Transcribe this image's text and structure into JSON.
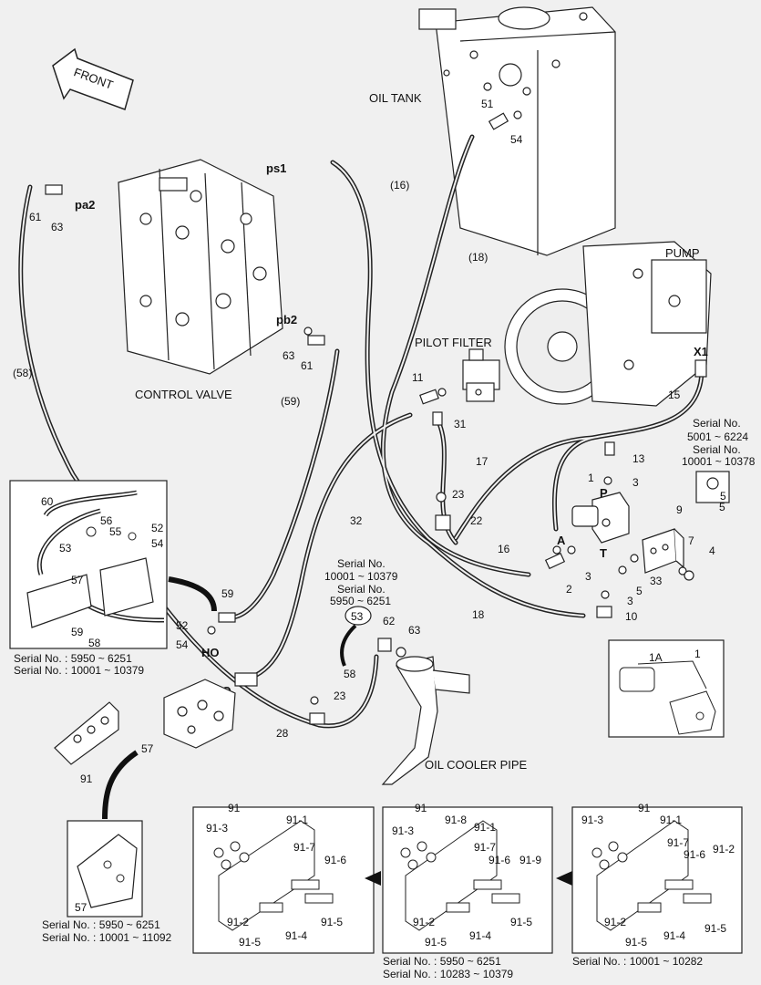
{
  "labels": {
    "front": "FRONT",
    "oil_tank": "OIL TANK",
    "pump": "PUMP",
    "control_valve": "CONTROL VALVE",
    "pilot_filter": "PILOT FILTER",
    "oil_cooler_pipe": "OIL COOLER PIPE",
    "ps1": "ps1",
    "pa2": "pa2",
    "pb2": "pb2",
    "x1": "X1",
    "port_p": "P",
    "port_t": "T",
    "port_a": "A",
    "ho_inset": "HO",
    "ho_main": "HO",
    "po": "PO"
  },
  "parts": {
    "p51": "51",
    "p54a": "54",
    "p16": "(16)",
    "p18": "(18)",
    "p61a": "61",
    "p63a": "63",
    "p58a": "(58)",
    "p63b": "63",
    "p61b": "61",
    "p59a": "(59)",
    "p11": "11",
    "p31": "31",
    "p17": "17",
    "p15": "15",
    "p13": "13",
    "p3a": "3",
    "p1": "1",
    "p23a": "23",
    "p22": "22",
    "p16b": "16",
    "p3b": "3",
    "p2": "2",
    "p32": "32",
    "p18b": "18",
    "p5a": "5",
    "p3c": "3",
    "p10": "10",
    "p33": "33",
    "p9": "9",
    "p7": "7",
    "p4": "4",
    "p5b": "5",
    "p60": "60",
    "p56": "56",
    "p55": "55",
    "p52a": "52",
    "p54b": "54",
    "p53a": "53",
    "p57a": "57",
    "p59b": "59",
    "p58b": "58",
    "p59c": "59",
    "p52b": "52",
    "p54c": "54",
    "p53b": "53",
    "p62": "62",
    "p63c": "63",
    "p58c": "58",
    "p23b": "23",
    "p28": "28",
    "p57b": "57",
    "p91a": "91",
    "p57c": "57",
    "p1A": "1A",
    "p1b": "1"
  },
  "serials": {
    "top_right": [
      "Serial No.",
      "5001 ~ 6224",
      "Serial No.",
      "10001 ~ 10378"
    ],
    "mid": [
      "Serial No.",
      "10001 ~ 10379",
      "Serial No.",
      "5950 ~ 6251"
    ],
    "inset_left": [
      "Serial No. : 5950 ~ 6251",
      "Serial No. : 10001 ~ 10379"
    ],
    "bottom_left": [
      "Serial No. : 5950 ~ 6251",
      "Serial No. : 10001 ~ 11092"
    ],
    "bottom_mid": [
      "Serial No. : 5950 ~ 6251",
      "Serial No. : 10283 ~ 10379"
    ],
    "bottom_right": [
      "Serial No. : 10001 ~ 10282"
    ]
  },
  "panels": {
    "left": {
      "title": "91",
      "parts": [
        "91-3",
        "91-1",
        "91-7",
        "91-6",
        "91-2",
        "91-5",
        "91-4",
        "91-5"
      ]
    },
    "mid": {
      "title": "91",
      "parts": [
        "91-3",
        "91-8",
        "91-1",
        "91-7",
        "91-6",
        "91-9",
        "91-2",
        "91-5",
        "91-4",
        "91-5"
      ]
    },
    "right": {
      "title": "91",
      "parts": [
        "91-3",
        "91-1",
        "91-7",
        "91-6",
        "91-2",
        "91-2",
        "91-5",
        "91-4",
        "91-5"
      ]
    }
  }
}
